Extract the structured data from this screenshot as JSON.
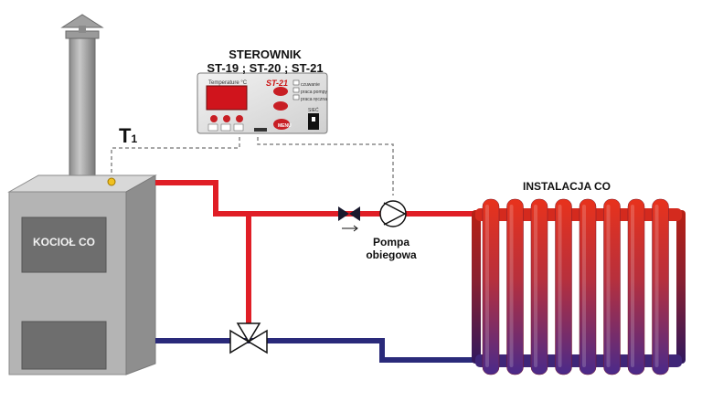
{
  "controller": {
    "title": "STEROWNIK",
    "models": "ST-19 ; ST-20 ; ST-21",
    "display_label": "Temperature °C",
    "brand": "ST-21",
    "mode_labels": [
      "czuwanie",
      "praca pompy",
      "praca ręczna"
    ],
    "menu_label": "MENU",
    "switch_label": "SIEĆ"
  },
  "boiler": {
    "label": "KOCIOŁ CO"
  },
  "sensor": {
    "label": "T",
    "subscript": "1"
  },
  "pump": {
    "label_line1": "Pompa",
    "label_line2": "obiegowa"
  },
  "radiator": {
    "label": "INSTALACJA CO"
  },
  "colors": {
    "supply_pipe": "#e01e26",
    "return_pipe": "#2a2a7a",
    "boiler_body": "#b0b0b0",
    "signal_wire": "#8a8a8a",
    "radiator_top": "#e8321c",
    "radiator_bottom": "#4a2a8a"
  }
}
